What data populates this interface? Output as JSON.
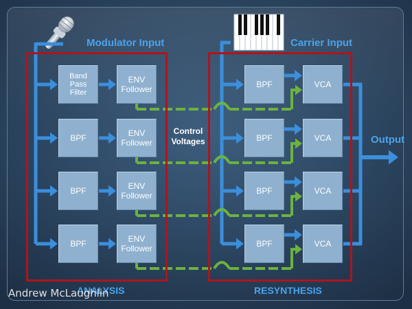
{
  "headings": {
    "modulator_input": "Modulator Input",
    "carrier_input": "Carrier Input",
    "output": "Output",
    "analysis": "ANALYSIS",
    "resynthesis": "RESYNTHESIS",
    "control_voltages": "Control\nVoltages"
  },
  "analysis_bands": [
    {
      "filter": "Band\nPass\nFilter",
      "follower": "ENV\nFollower"
    },
    {
      "filter": "BPF",
      "follower": "ENV\nFollower"
    },
    {
      "filter": "BPF",
      "follower": "ENV\nFollower"
    },
    {
      "filter": "BPF",
      "follower": "ENV\nFollower"
    }
  ],
  "resynthesis_bands": [
    {
      "filter": "BPF",
      "amp": "VCA"
    },
    {
      "filter": "BPF",
      "amp": "VCA"
    },
    {
      "filter": "BPF",
      "amp": "VCA"
    },
    {
      "filter": "BPF",
      "amp": "VCA"
    }
  ],
  "credit": "Andrew McLaughlin",
  "colors": {
    "signal_arrow": "#3b8fdc",
    "control_line": "#6cb33f",
    "section_border": "#b0141c",
    "block_fill": "#8fb1cf",
    "heading_text": "#4aa3ec"
  },
  "icons": {
    "modulator": "microphone-icon",
    "carrier": "piano-keyboard-icon"
  }
}
